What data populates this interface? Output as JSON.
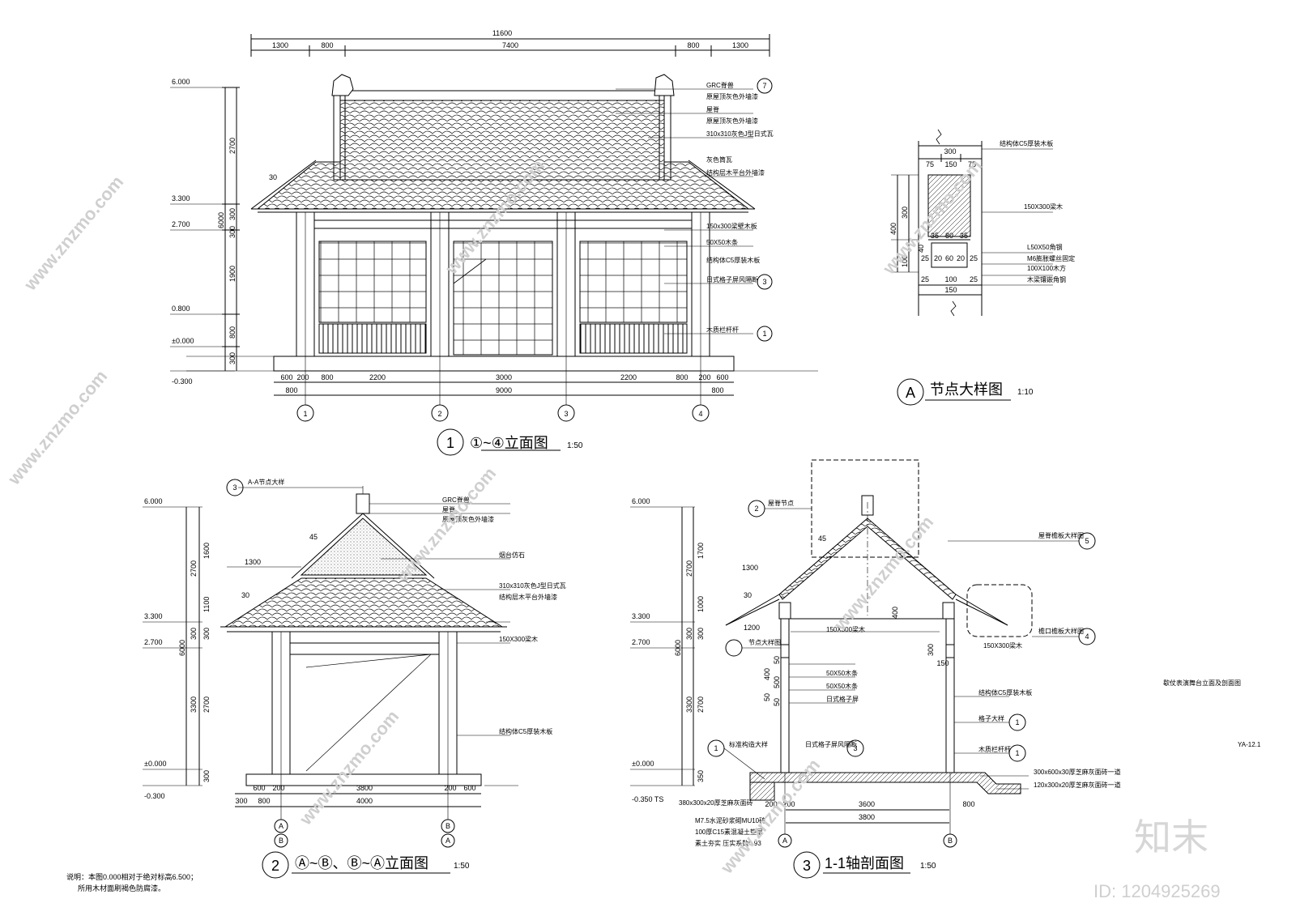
{
  "elevation1": {
    "title": "①~④立面图",
    "number": "1",
    "scale": "1:50",
    "levels": [
      "6.000",
      "3.300",
      "2.700",
      "0.800",
      "±0.000",
      "-0.300"
    ],
    "top_dims": [
      "11600",
      "1300",
      "800",
      "7400",
      "800",
      "1300"
    ],
    "side_dims": [
      "2700",
      "300",
      "300",
      "1900",
      "800",
      "300",
      "6000"
    ],
    "bottom_dims": [
      "600",
      "200",
      "800",
      "2200",
      "3000",
      "2200",
      "800",
      "200",
      "600"
    ],
    "bottom_dims2": [
      "800",
      "9000",
      "800"
    ],
    "axes": [
      "1",
      "2",
      "3",
      "4"
    ],
    "angle": "30",
    "callouts": [
      "GRC脊兽",
      "原屋顶灰色外墙漆",
      "屋脊",
      "原屋顶灰色外墙漆",
      "310x310灰色J型日式瓦",
      "灰色筒瓦",
      "结构层木平台外墙漆",
      "150x300梁壁木板",
      "50X50木条",
      "结构体C5厚装木板",
      "日式格子屏风隔断",
      "木质栏杆杆"
    ],
    "callout_tags": [
      "7",
      "3",
      "1"
    ]
  },
  "detail_a": {
    "title": "节点大样图",
    "letter": "A",
    "scale": "1:10",
    "dims_top": [
      "300",
      "75",
      "150",
      "75"
    ],
    "dims_side": [
      "400",
      "300",
      "100"
    ],
    "dims_mid": [
      "35",
      "80",
      "35",
      "25",
      "20",
      "60",
      "20",
      "25",
      "25",
      "100",
      "25",
      "150",
      "40"
    ],
    "callouts": [
      "结构体C5厚装木板",
      "150X300梁木",
      "L50X50角钢",
      "M6膨胀螺丝固定",
      "100X100木方",
      "木梁镶嵌角钢"
    ]
  },
  "elevation2": {
    "title": "Ⓐ~Ⓑ、Ⓑ~Ⓐ立面图",
    "number": "2",
    "scale": "1:50",
    "levels": [
      "6.000",
      "3.300",
      "2.700",
      "±0.000",
      "-0.300"
    ],
    "side_dims": [
      "1600",
      "1100",
      "2700",
      "300",
      "300",
      "3300",
      "2700",
      "6000",
      "300"
    ],
    "top_dim": "1300",
    "bottom_dims": [
      "600",
      "200",
      "3800",
      "200",
      "600"
    ],
    "bottom_dims2": [
      "300",
      "800",
      "4000"
    ],
    "axes_left": [
      "A",
      "B"
    ],
    "axes_right": [
      "B",
      "A"
    ],
    "angles": [
      "45",
      "30"
    ],
    "tag": "3",
    "callouts": [
      "A-A节点大样",
      "GRC脊兽",
      "屋脊",
      "原屋顶灰色外墙漆",
      "烟台仿石",
      "310x310灰色J型日式瓦",
      "结构层木平台外墙漆",
      "150X300梁木",
      "结构体C5厚装木板"
    ]
  },
  "section3": {
    "title": "1-1轴剖面图",
    "number": "3",
    "scale": "1:50",
    "levels": [
      "6.000",
      "3.300",
      "2.700",
      "±0.000",
      "-0.350 TS"
    ],
    "side_dims": [
      "1700",
      "1000",
      "2700",
      "300",
      "300",
      "3300",
      "2700",
      "6000",
      "350"
    ],
    "top_dims": [
      "1300",
      "1200",
      "400",
      "300",
      "150"
    ],
    "inner_dims": [
      "50",
      "500",
      "50",
      "400",
      "50"
    ],
    "bottom_dims": [
      "200",
      "200",
      "3600",
      "800"
    ],
    "bottom_dim2": "3800",
    "axes": [
      "A",
      "B"
    ],
    "angles": [
      "45",
      "30"
    ],
    "tags": [
      "2",
      "5",
      "4",
      "1",
      "1",
      "3",
      "1"
    ],
    "callouts_left": [
      "屋脊节点",
      "节点大样图",
      "150X300梁木",
      "50X50木条",
      "50X50木条",
      "日式格子屏",
      "日式格子屏风隔断",
      "标准构造大样"
    ],
    "callouts_right": [
      "屋脊檐板大样图",
      "檐口檐板大样图",
      "150X300梁木",
      "结构体C5厚装木板",
      "格子大样",
      "木质栏杆杆",
      "300x600x30厚芝麻灰面砖一道",
      "120x300x20厚芝麻灰面砖一道"
    ],
    "layers": [
      "380x300x20厚芝麻灰面砖",
      "M7.5水泥砂浆砌MU10砖",
      "100厚C15素混凝土垫层",
      "素土夯实 压实系数0.93"
    ]
  },
  "notes": {
    "line1": "说明：本图0.000相对于绝对标高6.500；",
    "line2": "所用木材面刷褐色防腐漆。"
  },
  "sheet": {
    "name": "歇仗表演舞台立面及剖面图",
    "code": "YA-12.1"
  },
  "watermarks": {
    "site": "www.znzmo.com",
    "brand": "知末",
    "id": "ID: 1204925269"
  }
}
